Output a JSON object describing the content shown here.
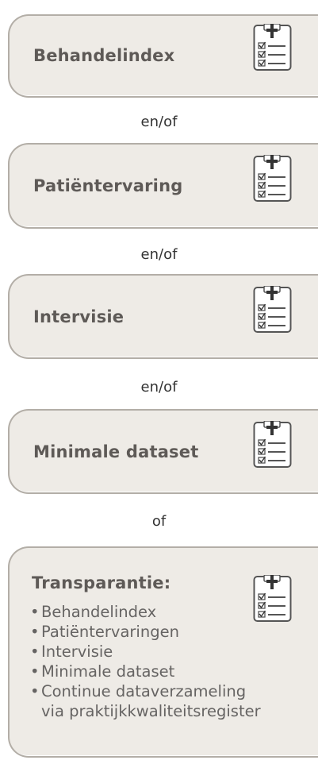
{
  "cards": [
    {
      "title": "Behandelindex",
      "icon": "checklist-plus-icon"
    },
    {
      "title": "Patiëntervaring",
      "icon": "checklist-plus-icon"
    },
    {
      "title": "Intervisie",
      "icon": "checklist-plus-icon"
    },
    {
      "title": "Minimale dataset",
      "icon": "checklist-plus-icon"
    }
  ],
  "connectors": [
    "en/of",
    "en/of",
    "en/of",
    "of"
  ],
  "transparency": {
    "title": "Transparantie:",
    "icon": "checklist-plus-icon",
    "items": [
      {
        "text": "Behandelindex"
      },
      {
        "text": "Patiëntervaringen"
      },
      {
        "text": "Intervisie"
      },
      {
        "text": "Minimale dataset"
      },
      {
        "text": "Continue dataverzameling",
        "continuation": "via praktijkkwaliteitsregister"
      }
    ]
  },
  "colors": {
    "card_fill": "#eeebe6",
    "card_border": "#b3aea7",
    "title_text": "#5e5a57",
    "list_text": "#666463",
    "icon_stroke": "#555555"
  }
}
